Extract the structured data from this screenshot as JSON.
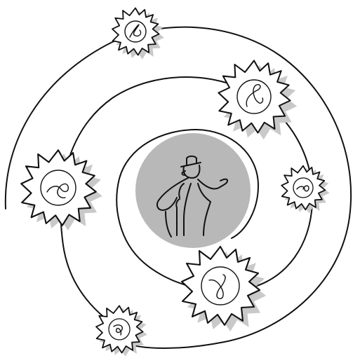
{
  "illustration": {
    "kind": "line-art",
    "subject": "figure-in-center-with-orbiting-spirals",
    "colors": {
      "background": "#ffffff",
      "ink": "#111111",
      "center_disc": "#b8b8b8",
      "sun_shadow": "#c9c9c9",
      "sun_face": "#ffffff"
    },
    "icons": [
      "person-icon",
      "sun-icon",
      "orbit-spiral"
    ]
  }
}
